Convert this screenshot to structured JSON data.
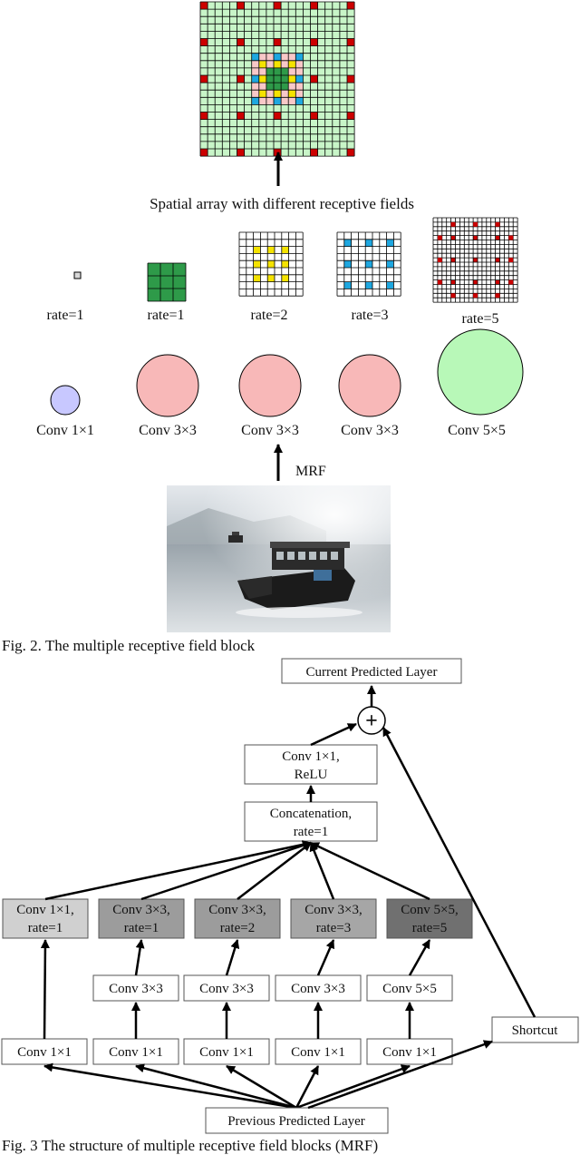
{
  "figure2": {
    "top_caption": "Spatial array with different receptive fields",
    "rates": [
      "rate=1",
      "rate=1",
      "rate=2",
      "rate=3",
      "rate=5"
    ],
    "convs": [
      "Conv 1×1",
      "Conv 3×3",
      "Conv 3×3",
      "Conv 3×3",
      "Conv 5×5"
    ],
    "mrf_label": "MRF",
    "caption": "Fig. 2. The multiple receptive field block"
  },
  "figure3": {
    "current_layer": "Current Predicted Layer",
    "plus_symbol": "+",
    "conv_relu": [
      "Conv 1×1,",
      "ReLU"
    ],
    "concat": [
      "Concatenation,",
      "rate=1"
    ],
    "dilated": [
      [
        "Conv 1×1,",
        "rate=1"
      ],
      [
        "Conv 3×3,",
        "rate=1"
      ],
      [
        "Conv 3×3,",
        "rate=2"
      ],
      [
        "Conv 3×3,",
        "rate=3"
      ],
      [
        "Conv 5×5,",
        "rate=5"
      ]
    ],
    "mid_convs": [
      "Conv 3×3",
      "Conv 3×3",
      "Conv 3×3",
      "Conv 5×5"
    ],
    "bottom_convs": [
      "Conv 1×1",
      "Conv 1×1",
      "Conv 1×1",
      "Conv 1×1",
      "Conv 1×1"
    ],
    "shortcut": "Shortcut",
    "previous_layer": "Previous Predicted Layer",
    "caption": "Fig. 3 The structure of multiple receptive field blocks (MRF)"
  },
  "colors": {
    "grid_green": "#c8f5c8",
    "grid_pink": "#f8c8c8",
    "dark_green": "#2e9a49",
    "accent_red": "#cc0000",
    "cyan": "#1ea7e0",
    "yellow": "#f5e300",
    "circle_blue": "#c8c8ff",
    "circle_pink": "#f8b8b8",
    "circle_green": "#b8f8b8",
    "gray_1": "#d0d0d0",
    "gray_2": "#9c9c9c",
    "gray_3": "#9c9c9c",
    "gray_4": "#a6a6a6",
    "gray_5": "#707070"
  }
}
